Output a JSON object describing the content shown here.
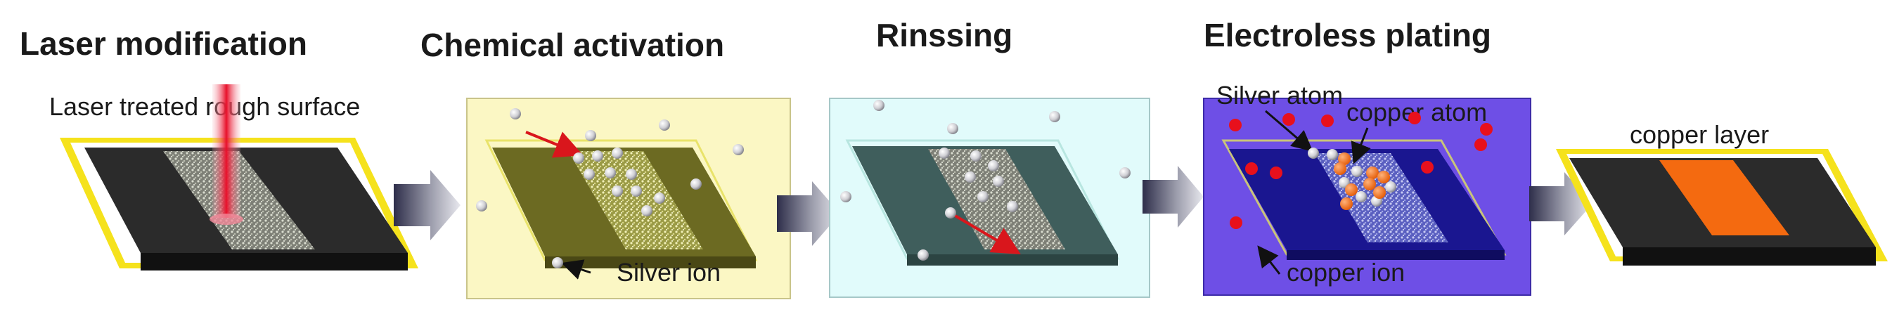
{
  "colors": {
    "frame_yellow": "#f5e21c",
    "slab_dark": "#2b2b2b",
    "slab_side": "#111111",
    "chem_bg": "#fbf7c4",
    "chem_slab": "#6c6a22",
    "rinse_bg": "#e1fbfb",
    "rinse_slab": "#3f5e5c",
    "plating_bg": "#6e4fe6",
    "plating_slab": "#1a1690",
    "ion_red": "#e8101c",
    "copper_orange": "#f46a10",
    "silver": "#c8c8c8",
    "arrow_red": "#d9161c",
    "step_arrow": "#8e8f9c",
    "laser_red": "#e8102a"
  },
  "steps": [
    {
      "title": "Laser modification"
    },
    {
      "title": "Chemical activation"
    },
    {
      "title": "Rinssing"
    },
    {
      "title": "Electroless plating"
    }
  ],
  "labels": {
    "laser_surface": "Laser treated rough surface",
    "silver_ion": "Silver ion",
    "silver_atom": "Silver atom",
    "copper_atom": "copper atom",
    "copper_ion": "copper ion",
    "copper_layer": "copper layer"
  },
  "icons": {
    "laser_beam": "laser-beam-icon",
    "silver_particle": "silver-particle-icon",
    "copper_particle": "copper-particle-icon",
    "process_arrow": "process-arrow-icon"
  }
}
